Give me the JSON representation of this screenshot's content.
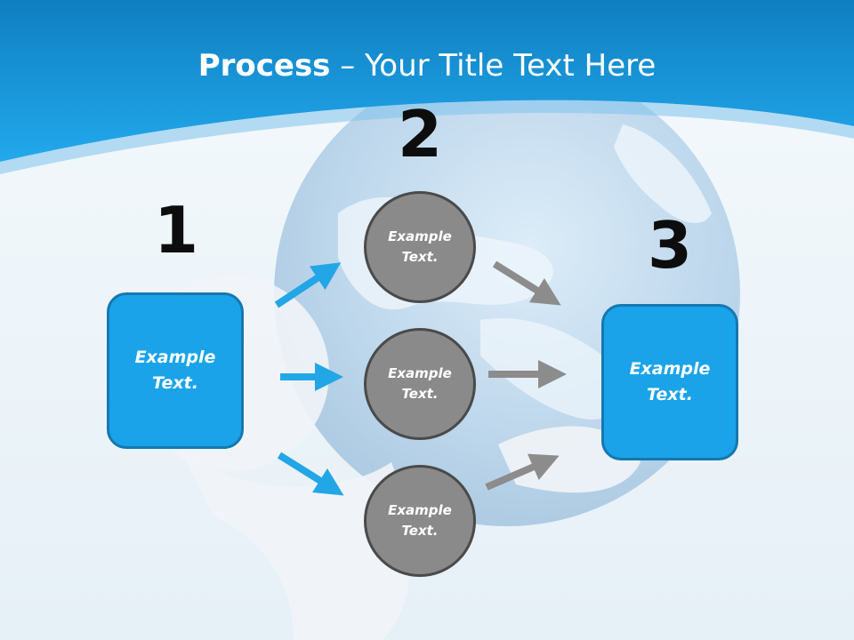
{
  "title": {
    "bold": "Process",
    "rest": " – Your Title Text Here"
  },
  "steps": [
    {
      "number": "1",
      "label": "Example Text."
    },
    {
      "number": "2",
      "circles": [
        "Example Text.",
        "Example Text.",
        "Example Text."
      ]
    },
    {
      "number": "3",
      "label": "Example Text."
    }
  ],
  "colors": {
    "header_blue": "#1aa3e8",
    "box_blue": "#1aa3e8",
    "box_border": "#1578b0",
    "circle_gray": "#8a8a8a",
    "arrow_blue": "#22a6e6",
    "arrow_gray": "#8c8c8c"
  }
}
